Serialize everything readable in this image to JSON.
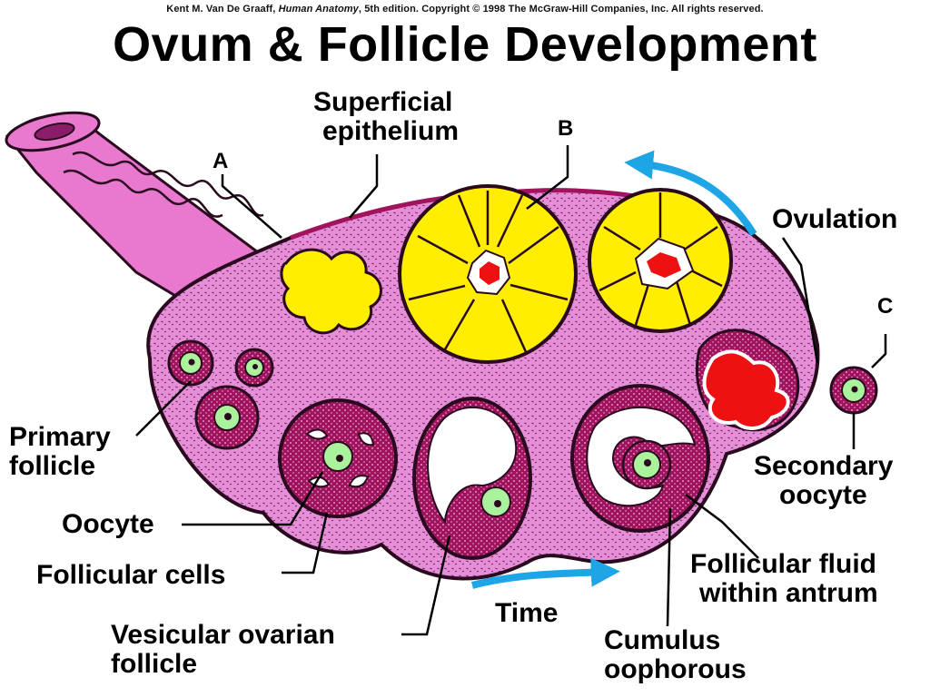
{
  "credit": {
    "author": "Kent M. Van De Graaff, ",
    "book": "Human Anatomy",
    "rest": ", 5th edition. Copyright © 1998 The McGraw-Hill Companies, Inc. All rights reserved."
  },
  "title": "Ovum & Follicle Development",
  "letters": {
    "a": "A",
    "b": "B",
    "c": "C"
  },
  "labels": {
    "superficial_1": "Superficial",
    "superficial_2": "epithelium",
    "ovulation": "Ovulation",
    "primary_1": "Primary",
    "primary_2": "follicle",
    "oocyte": "Oocyte",
    "follicular_cells": "Follicular cells",
    "vesicular_1": "Vesicular ovarian",
    "vesicular_2": "follicle",
    "time": "Time",
    "cumulus_1": "Cumulus",
    "cumulus_2": "oophorous",
    "fluid_1": "Follicular fluid",
    "fluid_2": "within antrum",
    "secondary_1": "Secondary",
    "secondary_2": "oocyte"
  },
  "colors": {
    "stroma": "#e58fd8",
    "tube": "#e879cf",
    "follicle_wall": "#a0145e",
    "outline": "#2a0a1e",
    "corpus_luteum": "#ffee00",
    "blood": "#ee1111",
    "oocyte": "#aaf29c",
    "arrow": "#1ea5e6"
  }
}
